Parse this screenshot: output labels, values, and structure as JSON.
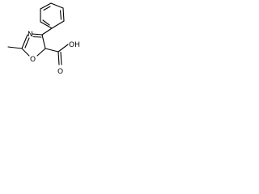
{
  "molecule": {
    "atoms": {
      "oxazole_nitrogen": "N",
      "oxazole_oxygen": "O",
      "carbonyl_oxygen": "O",
      "hydroxyl_group": "OH"
    },
    "line_color": "#000000",
    "background_color": "#ffffff"
  }
}
